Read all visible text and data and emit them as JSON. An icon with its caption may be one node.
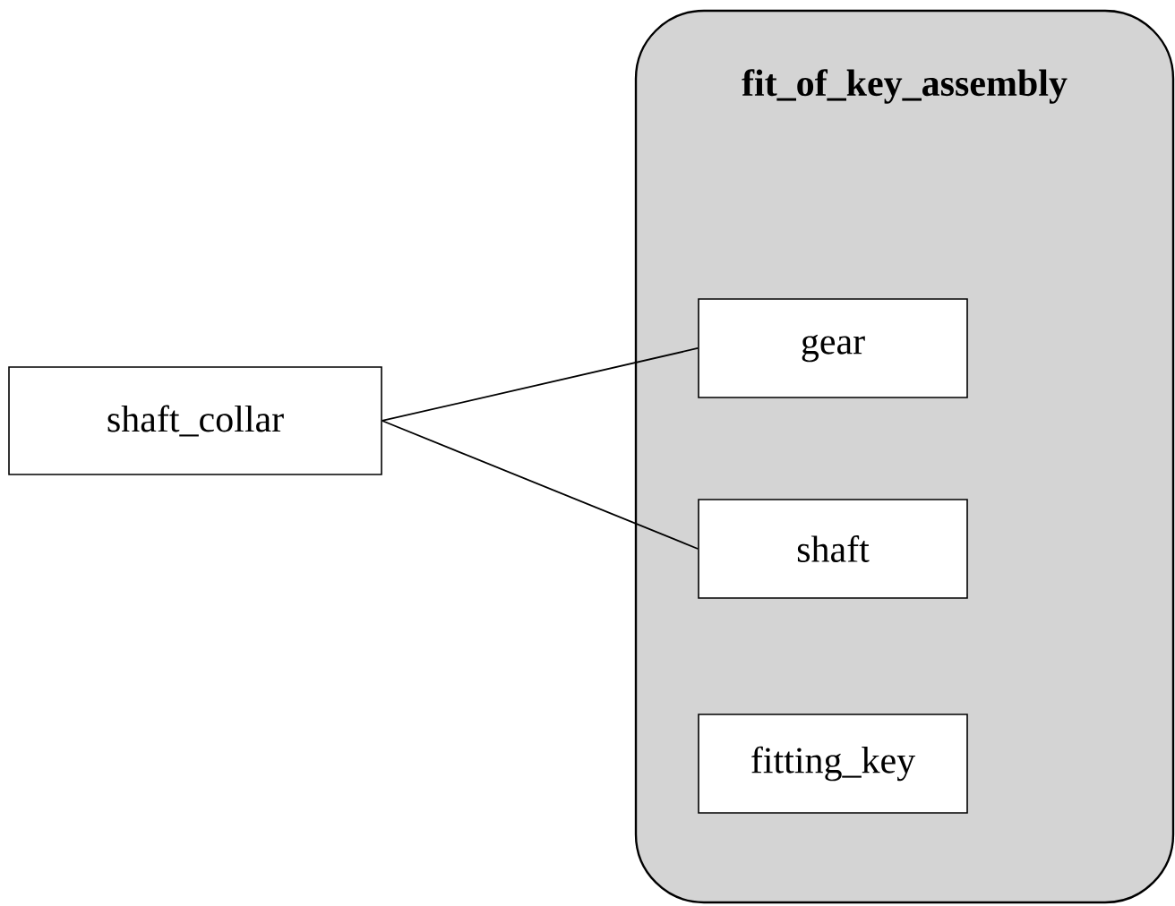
{
  "diagram": {
    "nodes": [
      {
        "text": [
          "shaft_collar"
        ]
      },
      {
        "text": [
          "fit_of_key_assembly"
        ]
      },
      {
        "text": [
          "gear"
        ],
        "in": 1
      },
      {
        "text": [
          "shaft"
        ],
        "in": 1
      },
      {
        "text": [
          "fitting_key"
        ],
        "in": 1
      }
    ],
    "edges": [
      {
        "from": 0,
        "to": 2,
        "arrow": "none"
      },
      {
        "from": 0,
        "to": 3,
        "arrow": "none"
      }
    ]
  }
}
